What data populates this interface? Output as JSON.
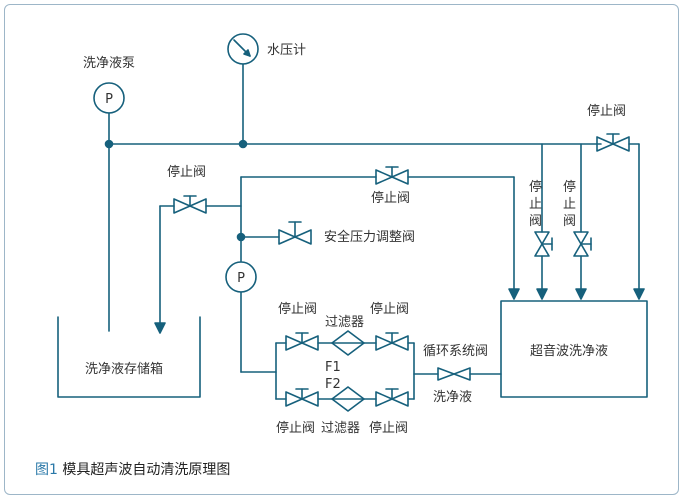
{
  "colors": {
    "line": "#16607c",
    "text": "#333333",
    "caption_accent": "#2a78a8",
    "border": "#9db6c8"
  },
  "labels": {
    "pump_top": "洗净液泵",
    "pressure_gauge": "水压计",
    "stop_valve_right": "停止阀",
    "stop_valve_left": "停止阀",
    "stop_valve_mid": "停止阀",
    "stop_valve_v1": "停止阀",
    "stop_valve_v2": "停止阀",
    "safety_valve": "安全压力调整阀",
    "pump_symbol": "P",
    "pump_symbol_2": "P",
    "stop_valve_f1_left": "停止阀",
    "filter_top": "过滤器",
    "stop_valve_f1_right": "停止阀",
    "f1": "F1",
    "f2": "F2",
    "stop_valve_f2_left": "停止阀",
    "filter_bottom": "过滤器",
    "stop_valve_f2_right": "停止阀",
    "circulation_valve": "循环系统阀",
    "cleaning_liquid": "洗净液",
    "tank": "洗净液存储箱",
    "ultrasonic_bath": "超音波洗净液"
  },
  "caption": {
    "number": "图1",
    "text": "模具超声波自动清洗原理图"
  }
}
